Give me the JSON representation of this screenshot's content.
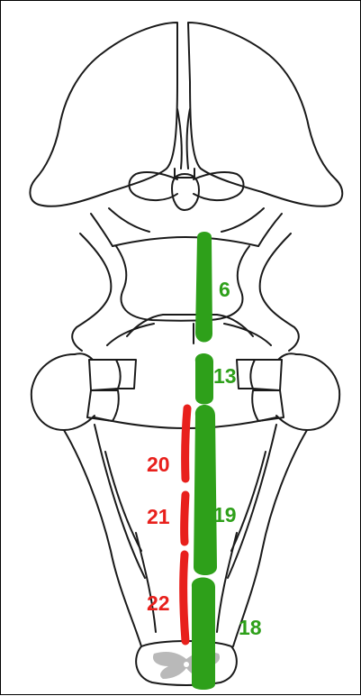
{
  "colors": {
    "outline": "#1a1a1a",
    "green": "#2ea01a",
    "red": "#e8201c",
    "grey": "#b9b9b9"
  },
  "labels": {
    "green": [
      "6",
      "13",
      "19",
      "18"
    ],
    "red": [
      "20",
      "21",
      "22"
    ]
  }
}
